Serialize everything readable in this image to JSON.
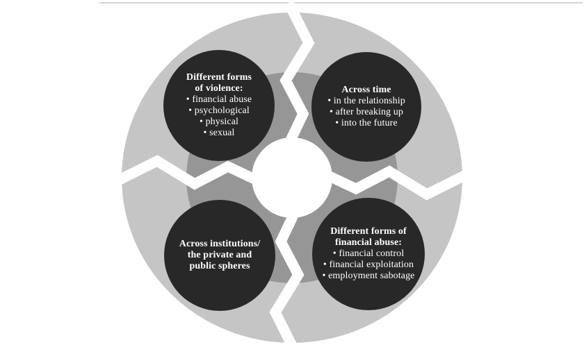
{
  "colors": {
    "outer_ring": "#c5c5c5",
    "inner_disc": "#969696",
    "node_fill": "#282828",
    "band": "#ffffff",
    "text": "#ffffff",
    "top_rule": "#d4d4d4"
  },
  "nodes": [
    {
      "id": "forms-of-violence",
      "title_lines": [
        "Different forms",
        "of violence:"
      ],
      "items": [
        "• financial abuse",
        "• psychological",
        "• physical",
        "• sexual"
      ]
    },
    {
      "id": "across-time",
      "title_lines": [
        "Across time"
      ],
      "items": [
        "• in the relationship",
        "• after breaking up",
        "• into the future"
      ]
    },
    {
      "id": "across-institutions",
      "title_lines": [
        "Across institutions/",
        "the private and",
        "public spheres"
      ],
      "items": []
    },
    {
      "id": "forms-of-financial-abuse",
      "title_lines": [
        "Different forms of",
        "financial abuse:"
      ],
      "items": [
        "• financial control",
        "• financial exploitation",
        "• employment sabotage"
      ]
    }
  ]
}
